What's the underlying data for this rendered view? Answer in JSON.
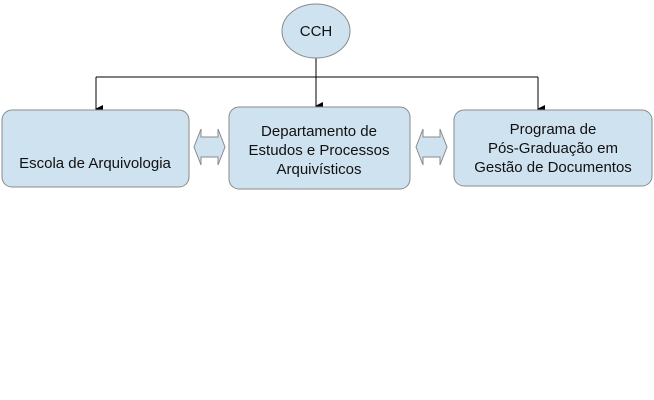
{
  "colors": {
    "node_fill": "#cfe2f0",
    "node_stroke": "#8a8a8a",
    "connector": "#000000",
    "double_arrow_fill": "#cfe2f0"
  },
  "root": {
    "label": "CCH"
  },
  "units": [
    {
      "lines": [
        "Escola de Arquivologia"
      ]
    },
    {
      "lines": [
        "Departamento de",
        "Estudos e Processos",
        "Arquivísticos"
      ]
    },
    {
      "lines": [
        "Programa de",
        "Pós-Graduação em",
        "Gestão de Documentos"
      ]
    }
  ],
  "links": [
    {
      "type": "arrow",
      "from": "CCH",
      "to": "Escola de Arquivologia"
    },
    {
      "type": "arrow",
      "from": "CCH",
      "to": "Departamento de Estudos e Processos Arquivísticos"
    },
    {
      "type": "arrow",
      "from": "CCH",
      "to": "Programa de Pós-Graduação em Gestão de Documentos"
    },
    {
      "type": "double-arrow",
      "between": [
        "Escola de Arquivologia",
        "Departamento de Estudos e Processos Arquivísticos"
      ]
    },
    {
      "type": "double-arrow",
      "between": [
        "Departamento de Estudos e Processos Arquivísticos",
        "Programa de Pós-Graduação em Gestão de Documentos"
      ]
    }
  ]
}
